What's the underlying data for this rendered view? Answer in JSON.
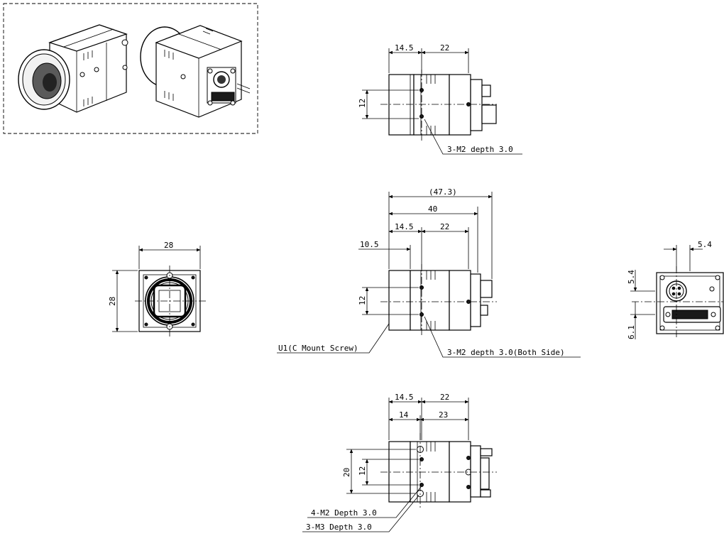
{
  "top_view": {
    "dim_front": "14.5",
    "dim_body": "22",
    "dim_height": "12",
    "callout_holes": "3-M2 depth 3.0"
  },
  "front_view": {
    "dim_width": "28",
    "dim_height": "28"
  },
  "side_view": {
    "dim_overall": "(47.3)",
    "dim_length": "40",
    "dim_front": "14.5",
    "dim_body": "22",
    "dim_flange": "10.5",
    "dim_height": "12",
    "callout_mount": "U1(C Mount Screw)",
    "callout_holes": "3-M2 depth 3.0(Both Side)"
  },
  "rear_view": {
    "dim_offset_x": "5.4",
    "dim_offset_top": "5.4",
    "dim_offset_bottom": "6.1"
  },
  "bottom_view": {
    "dim_front": "14.5",
    "dim_body": "22",
    "dim_hole_front": "14",
    "dim_hole_body": "23",
    "dim_outer": "20",
    "dim_inner": "12",
    "callout_m2": "4-M2 Depth 3.0",
    "callout_m3": "3-M3 Depth 3.0"
  }
}
